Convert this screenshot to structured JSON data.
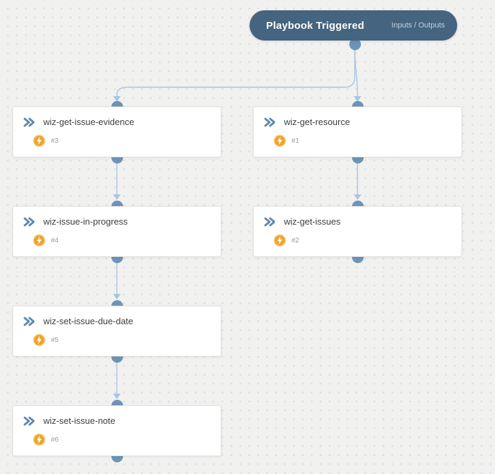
{
  "trigger": {
    "title": "Playbook Triggered",
    "link_label": "Inputs / Outputs"
  },
  "nodes": [
    {
      "label": "wiz-get-issue-evidence",
      "number": "#3"
    },
    {
      "label": "wiz-get-resource",
      "number": "#1"
    },
    {
      "label": "wiz-issue-in-progress",
      "number": "#4"
    },
    {
      "label": "wiz-get-issues",
      "number": "#2"
    },
    {
      "label": "wiz-set-issue-due-date",
      "number": "#5"
    },
    {
      "label": "wiz-set-issue-note",
      "number": "#6"
    }
  ],
  "colors": {
    "trigger_bg": "#45647f",
    "connector_dot": "#6d94b7",
    "connector_line": "#a8c6e0",
    "task_icon_chevron": "#5e89ae",
    "bolt_badge": "#f0a32b",
    "canvas_bg": "#f1f1f0"
  }
}
